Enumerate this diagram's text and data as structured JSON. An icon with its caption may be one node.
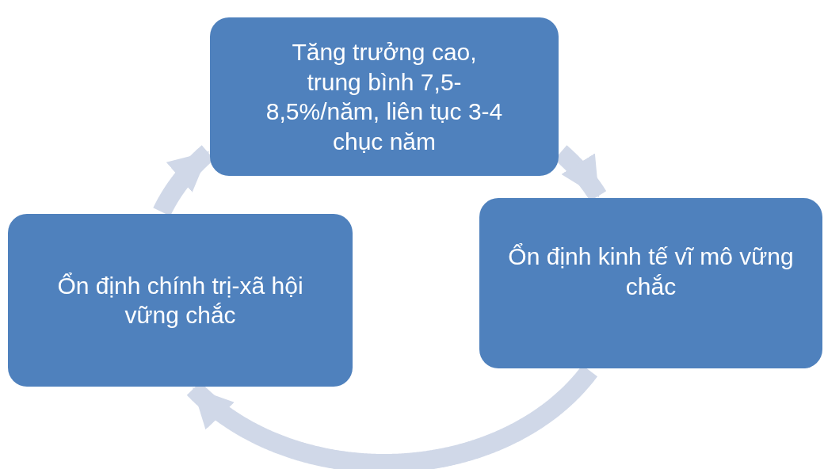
{
  "diagram": {
    "nodes": [
      {
        "text": [
          "Tăng trưởng cao, trung bình 7,5-8,5%/năm, liên tục 3-4 chục năm"
        ]
      },
      {
        "text": [
          "Ổn định kinh tế vĩ mô vững chắc"
        ]
      },
      {
        "text": [
          "Ổn định chính trị-xã hội vững chắc"
        ]
      }
    ],
    "edges": [
      {
        "from": 0,
        "to": 1,
        "arrow": "to"
      },
      {
        "from": 1,
        "to": 2,
        "arrow": "to"
      },
      {
        "from": 2,
        "to": 0,
        "arrow": "to"
      }
    ]
  }
}
